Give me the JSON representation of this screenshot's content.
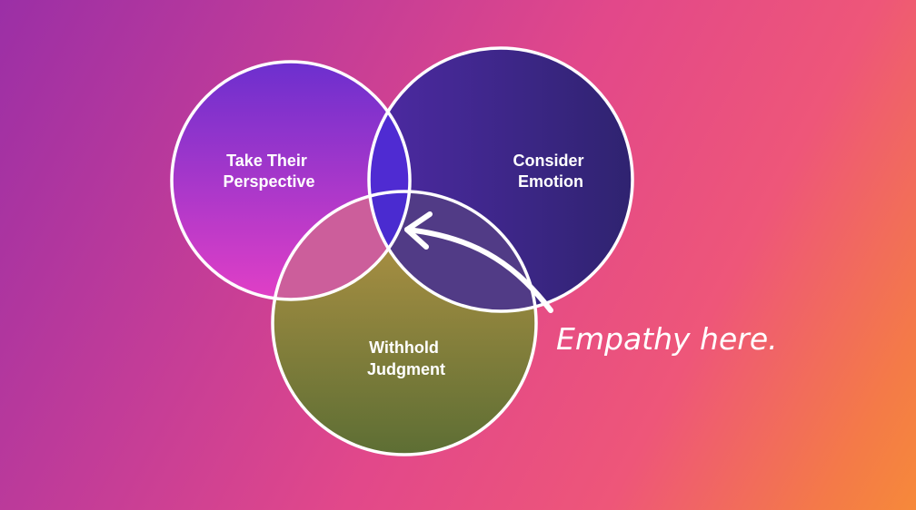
{
  "colors": {
    "background_start": "#9b2fa6",
    "background_end": "#f6893a",
    "outline": "#ffffff",
    "perspective_top": "#6c2fce",
    "perspective_bottom": "#e13fc6",
    "emotion_left": "#4d2aa3",
    "emotion_right": "#2f2370",
    "judgment_top": "#b99645",
    "judgment_bottom": "#5d6e34",
    "overlap_center": "#4a2bd0"
  },
  "diagram": {
    "circles": [
      {
        "id": "perspective",
        "label_lines": [
          "Take Their",
          "Perspective"
        ]
      },
      {
        "id": "emotion",
        "label_lines": [
          "Consider",
          "Emotion"
        ]
      },
      {
        "id": "judgment",
        "label_lines": [
          "Withhold",
          "Judgment"
        ]
      }
    ],
    "annotation": "Empathy here."
  }
}
